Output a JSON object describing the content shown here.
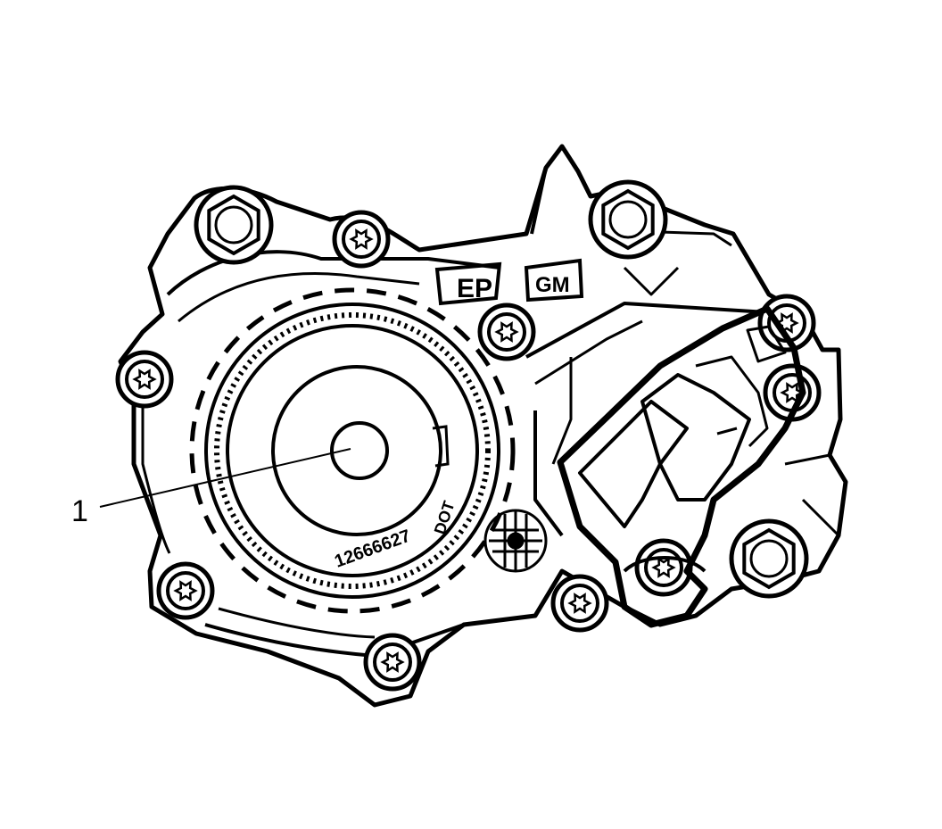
{
  "callouts": [
    {
      "number": "1"
    }
  ],
  "housing_markings": {
    "ep_mark": "EP",
    "logo_mark": "GM",
    "dot_mark": "DOT",
    "part_number": "12666627"
  },
  "colors": {
    "line": "#000000",
    "background": "#ffffff"
  }
}
